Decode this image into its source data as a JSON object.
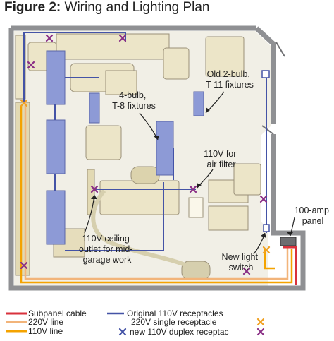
{
  "title": {
    "figure": "Figure 2:",
    "text": "Wiring and Lighting Plan"
  },
  "callouts": {
    "old_fixtures": [
      "Old 2-bulb,",
      "T-11 fixtures"
    ],
    "new_fixtures": [
      "4-bulb,",
      "T-8 fixtures"
    ],
    "air_filter": [
      "110V for",
      "air filter"
    ],
    "ceiling_outlet": [
      "110V ceiling",
      "outlet for mid-",
      "garage work"
    ],
    "light_switch": [
      "New light",
      "switch"
    ],
    "panel": [
      "100-amp",
      "panel"
    ]
  },
  "legend": {
    "subpanel": "Subpanel cable",
    "line_220": "220V line",
    "line_110": "110V line",
    "original_110": "Original 110V receptacles",
    "single_220": "220V single receptacle",
    "duplex_110": "new 110V duplex receptac"
  },
  "colors": {
    "subpanel": "#d8323c",
    "line_220": "#f2b47a",
    "line_110": "#f4a300",
    "blue_wire": "#4453a6",
    "fixture": "#8d9ad6",
    "duplex_mark": "#8a2f86",
    "single_mark": "#f0a020",
    "wall": "#8f9093",
    "floor": "#f1efe6"
  }
}
